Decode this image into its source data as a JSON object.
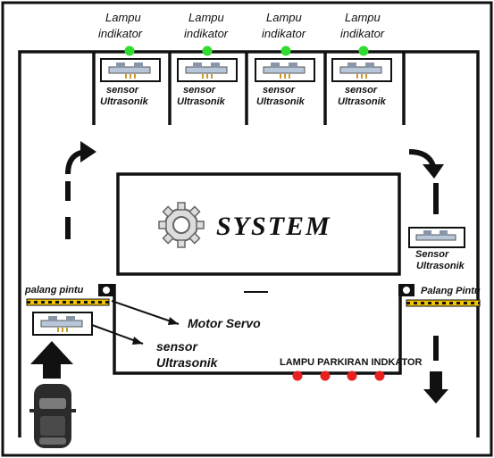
{
  "lamp_label_line1": "Lampu",
  "lamp_label_line2": "indikator",
  "sensor_label_line1": "sensor",
  "sensor_label_line2": "Ultrasonik",
  "right_sensor_line1": "Sensor",
  "right_sensor_line2": "Ultrasonik",
  "center_title": "SYSTEM",
  "left_gate_label": "palang pintu",
  "right_gate_label": "Palang Pintu",
  "motor_label": "Motor Servo",
  "bottom_sensor_line1": "sensor",
  "bottom_sensor_line2": "Ultrasonik",
  "parking_lamp_label": "LAMPU PARKIRAN INDKATOR",
  "colors": {
    "indicator_green": "#2fdc2f",
    "parking_red": "#e82020",
    "gate_yellow": "#f2c300",
    "wall": "#111111"
  }
}
